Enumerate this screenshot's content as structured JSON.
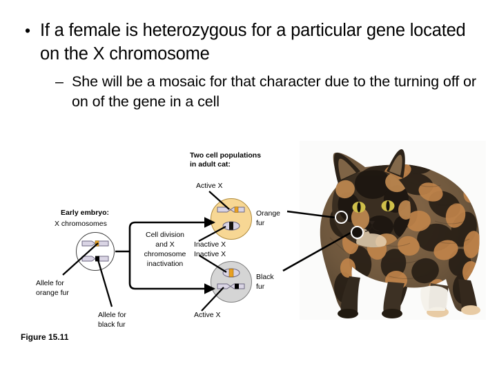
{
  "slide": {
    "bullets": {
      "level1": {
        "marker": "•",
        "text": "If a female is heterozygous for a particular gene located on the X chromosome"
      },
      "level2": {
        "marker": "–",
        "text": "She will be a mosaic for that character due to the turning off or on of the gene in a cell"
      }
    },
    "figure": {
      "caption": "Figure 15.11",
      "labels": {
        "two_cell_populations_line1": "Two cell populations",
        "two_cell_populations_line2": "in adult cat:",
        "early_embryo": "Early embryo:",
        "x_chromosomes": "X chromosomes",
        "allele_orange_line1": "Allele for",
        "allele_orange_line2": "orange fur",
        "allele_black_line1": "Allele for",
        "allele_black_line2": "black fur",
        "process_line1": "Cell division",
        "process_line2": "and X",
        "process_line3": "chromosome",
        "process_line4": "inactivation",
        "active_x_top": "Active X",
        "inactive_x_top": "Inactive X",
        "inactive_x_bottom": "Inactive X",
        "active_x_bottom": "Active X",
        "orange_fur_line1": "Orange",
        "orange_fur_line2": "fur",
        "black_fur_line1": "Black",
        "black_fur_line2": "fur"
      },
      "colors": {
        "orange_cell_fill": "#f7d794",
        "orange_cell_stroke": "#b08b3c",
        "black_cell_fill": "#d5d5d5",
        "black_cell_stroke": "#7d7d7d",
        "orange_allele_band": "#e8a022",
        "black_allele_band": "#000000",
        "chromosome_body": "#d9d4e4",
        "chromosome_stroke": "#6b6680",
        "connector": "#000000",
        "marker_ring": "#ffffff"
      }
    }
  }
}
